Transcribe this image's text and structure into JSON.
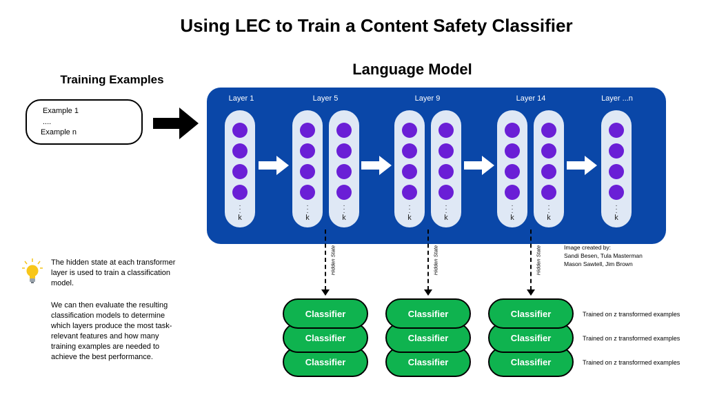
{
  "title": "Using LEC to Train a Content Safety Classifier",
  "language_model_title": "Language Model",
  "training_examples": {
    "title": "Training Examples",
    "line1": "Example 1",
    "line2": "....",
    "line3": "Example n"
  },
  "layers": {
    "labels": [
      "Layer 1",
      "Layer 5",
      "Layer 9",
      "Layer 14",
      "Layer ...n"
    ],
    "k_label": "k"
  },
  "hidden_state_label": "Hidden State",
  "classifier_label": "Classifier",
  "trained_text": "Trained on z transformed examples",
  "credits": {
    "line1": "Image created by:",
    "line2": "Sandi Besen, Tula Masterman",
    "line3": "Mason Sawtell, Jim Brown"
  },
  "info": {
    "para1": "The hidden state at each transformer layer is used to train a classification model.",
    "para2": "We can then evaluate the resulting classification models to determine which layers produce the most task-relevant features and how many training examples are needed to achieve the best performance."
  },
  "colors": {
    "panel": "#0a47a8",
    "column": "#dfe8f5",
    "neuron": "#6a1fd6",
    "classifier": "#0fb34f"
  }
}
